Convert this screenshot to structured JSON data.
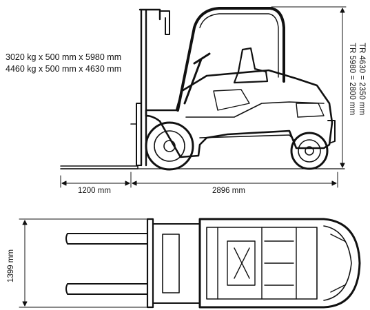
{
  "specs": [
    "3020 kg x 500 mm x 5980 mm",
    "4460 kg x 500 mm x 4630 mm"
  ],
  "dimensions": {
    "fork_length": "1200 mm",
    "wheelbase_length": "2896 mm",
    "width": "1399 mm",
    "height_tr4630": "TR 4630 = 2350 mm",
    "height_tr5980": "TR 5980 = 2800 mm"
  }
}
